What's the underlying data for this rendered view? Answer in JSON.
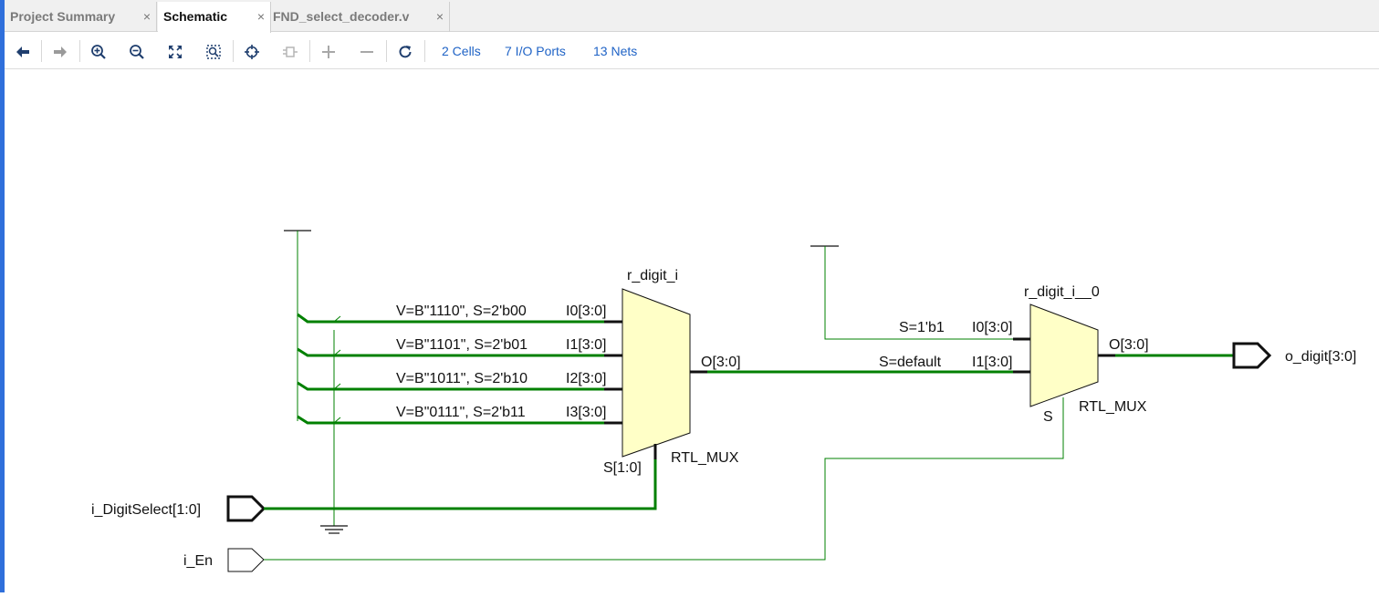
{
  "tabs": [
    {
      "label": "Project Summary",
      "active": false
    },
    {
      "label": "Schematic",
      "active": true
    },
    {
      "label": "FND_select_decoder.v",
      "active": false
    }
  ],
  "tab_close_glyph": "×",
  "toolbar": {
    "icons": [
      "back-arrow-icon",
      "forward-arrow-icon",
      "zoom-in-icon",
      "zoom-out-icon",
      "zoom-fit-icon",
      "zoom-area-icon",
      "locate-icon",
      "cell-icon",
      "expand-plus-icon",
      "collapse-minus-icon",
      "refresh-icon"
    ],
    "stats": {
      "cells": "2 Cells",
      "ports": "7 I/O Ports",
      "nets": "13 Nets"
    }
  },
  "colors": {
    "accent": "#1f63c6",
    "net": "#008000",
    "mux_fill": "#ffffc7",
    "left_bar": "#2f6fdb"
  },
  "schematic": {
    "mux1": {
      "name": "r_digit_i",
      "type": "RTL_MUX",
      "inputs": [
        {
          "pin": "I0[3:0]",
          "label": "V=B\"1110\", S=2'b00"
        },
        {
          "pin": "I1[3:0]",
          "label": "V=B\"1101\", S=2'b01"
        },
        {
          "pin": "I2[3:0]",
          "label": "V=B\"1011\", S=2'b10"
        },
        {
          "pin": "I3[3:0]",
          "label": "V=B\"0111\", S=2'b11"
        }
      ],
      "output": "O[3:0]",
      "select": "S[1:0]"
    },
    "mux2": {
      "name": "r_digit_i__0",
      "type": "RTL_MUX",
      "inputs": [
        {
          "pin": "I0[3:0]",
          "label": "S=1'b1"
        },
        {
          "pin": "I1[3:0]",
          "label": "S=default"
        }
      ],
      "output": "O[3:0]",
      "select": "S"
    },
    "ports": {
      "digit_select": "i_DigitSelect[1:0]",
      "enable": "i_En",
      "digit_out": "o_digit[3:0]"
    }
  }
}
